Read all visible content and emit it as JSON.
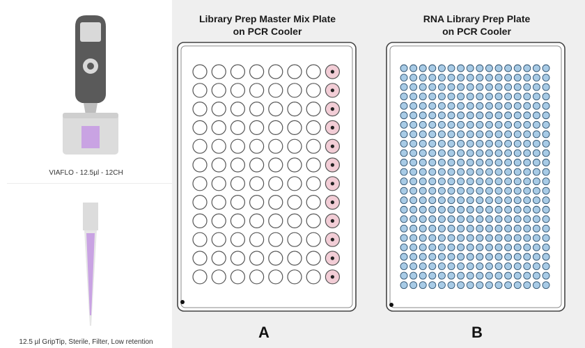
{
  "pipette": {
    "caption": "VIAFLO - 12.5µl - 12CH",
    "screen_color": "#c9a3e3"
  },
  "tip": {
    "caption": "12.5 µl GripTip, Sterile, Filter, Low retention",
    "liquid_color": "#c9a3e3"
  },
  "plate_a": {
    "title_line1": "Library Prep Master Mix Plate",
    "title_line2": "on PCR Cooler",
    "label": "A",
    "rows": 12,
    "cols": 8,
    "filled_column": 8,
    "filled_color": "#f2cdd6"
  },
  "plate_b": {
    "title_line1": "RNA Library Prep Plate",
    "title_line2": "on PCR Cooler",
    "label": "B",
    "rows": 24,
    "cols": 16,
    "well_color": "#a8cbe6"
  }
}
